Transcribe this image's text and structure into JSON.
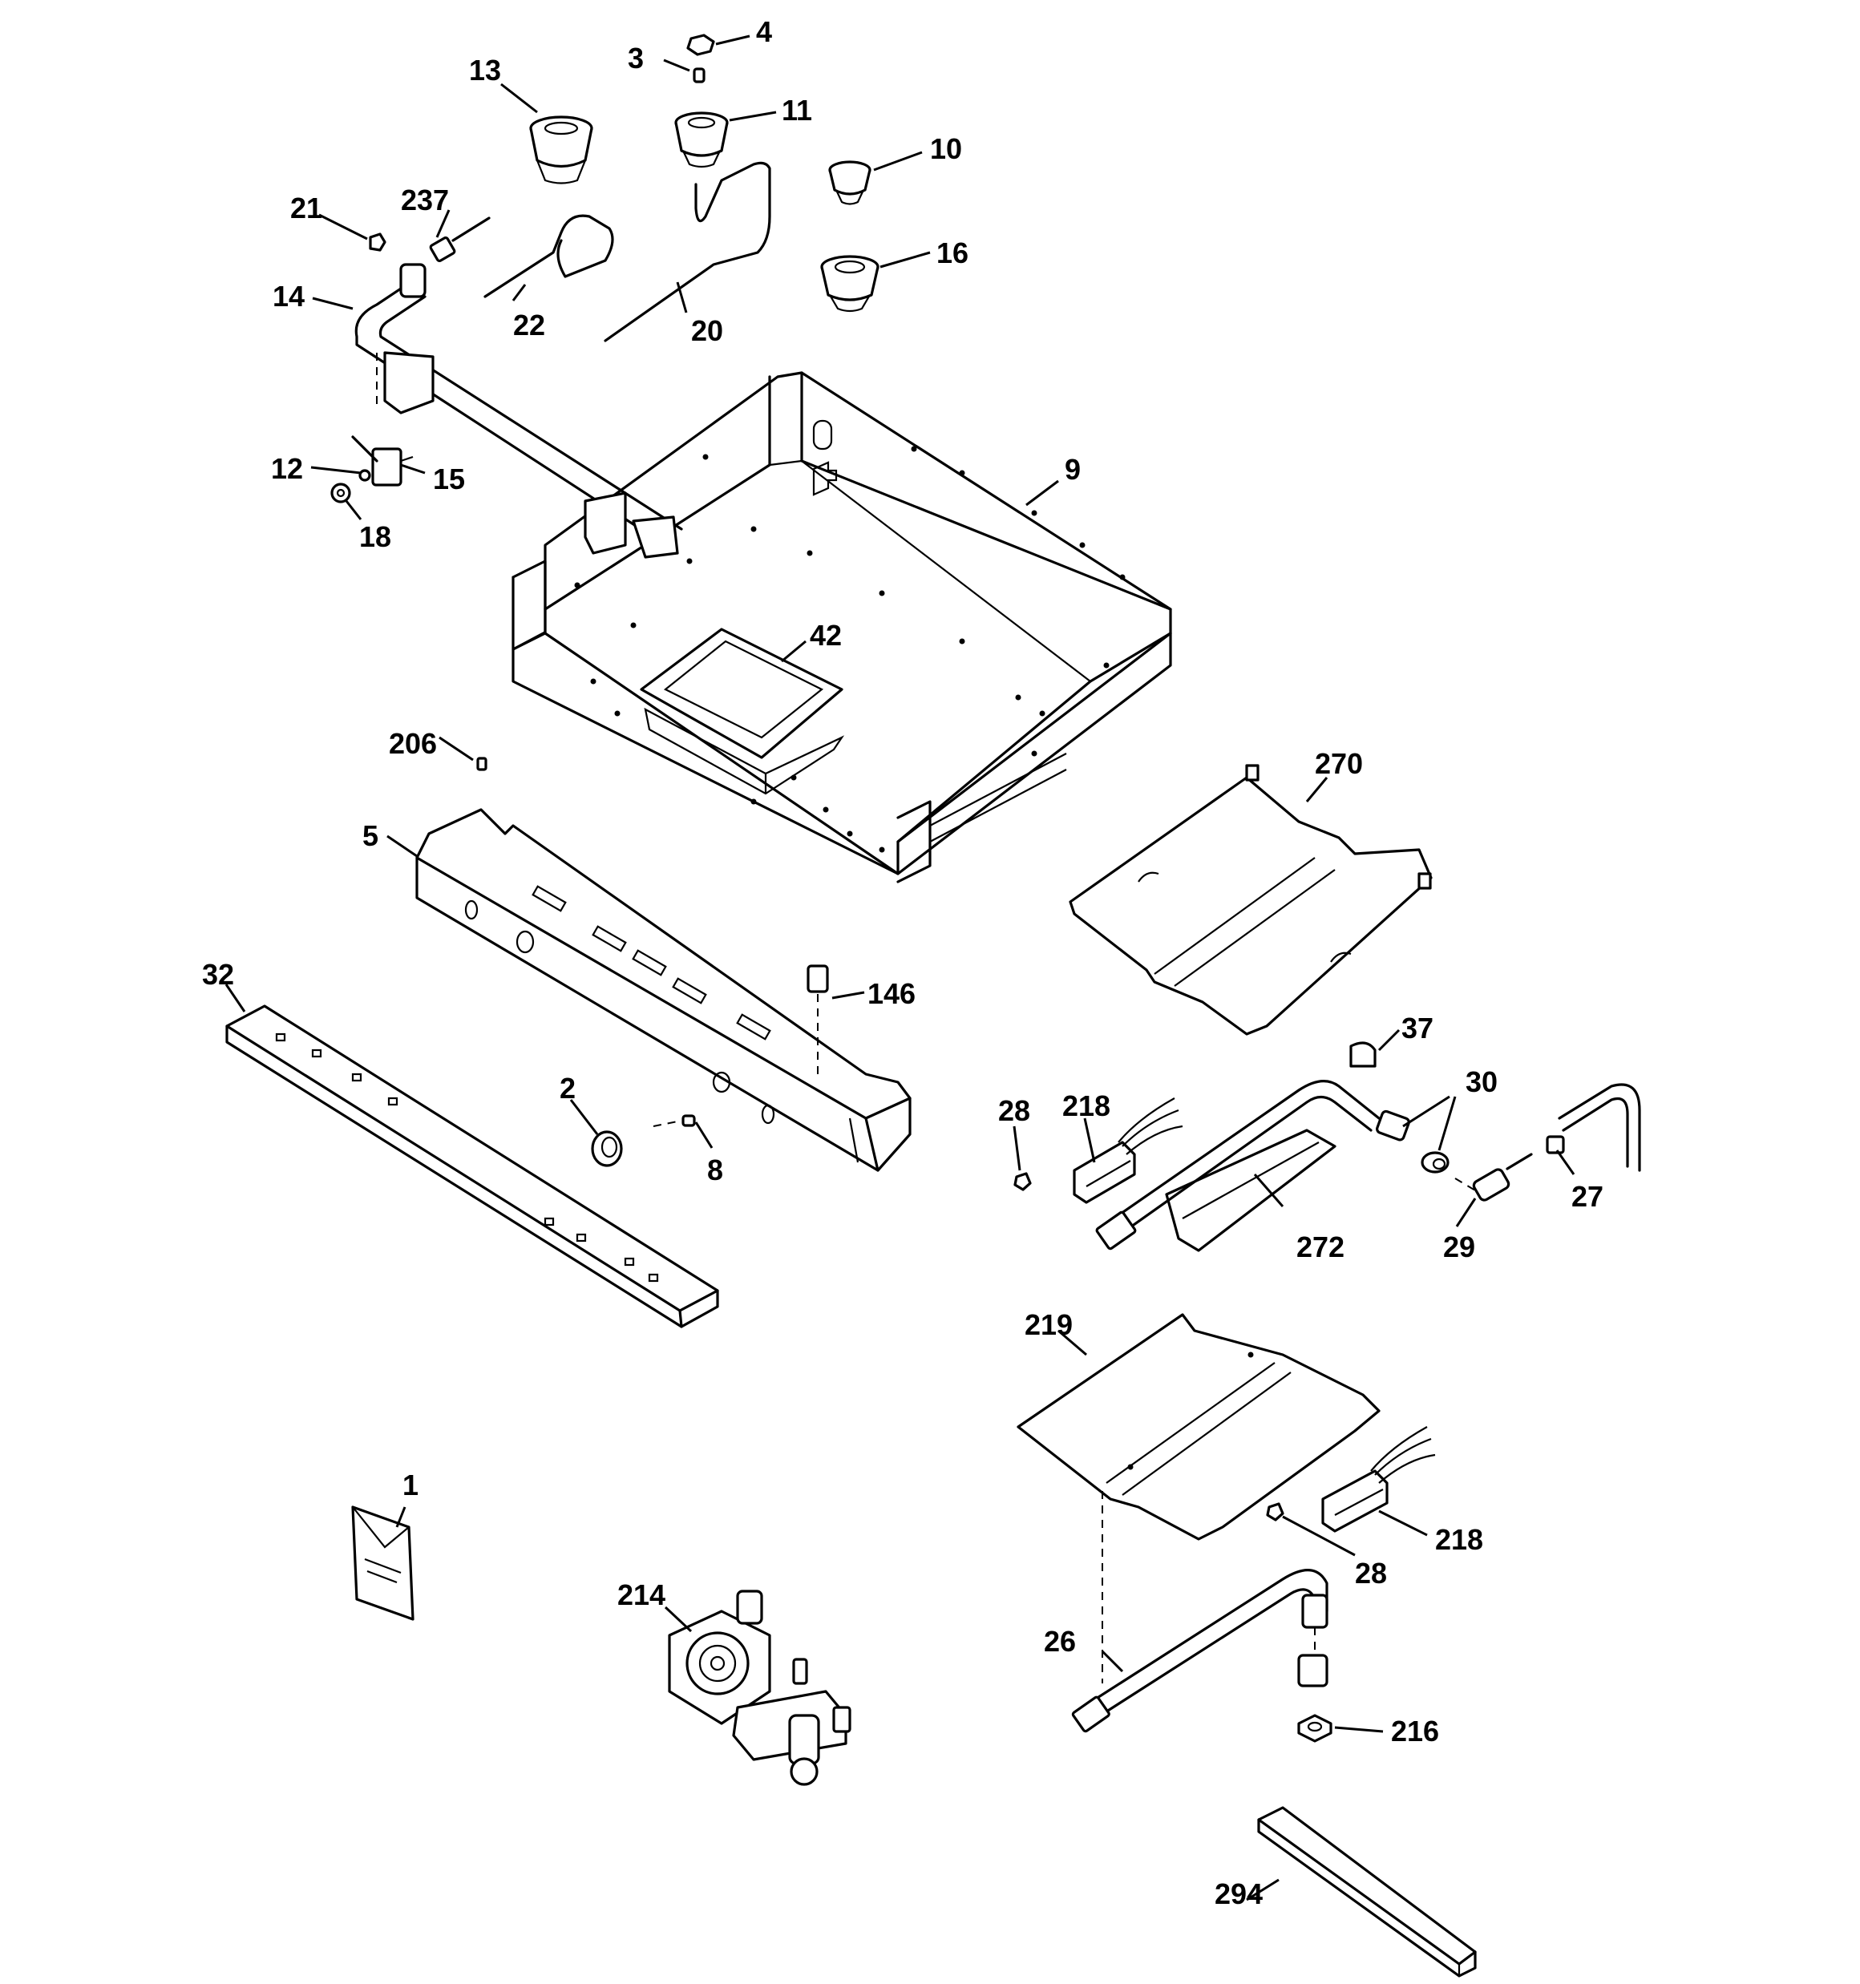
{
  "labels": {
    "l1": "1",
    "l2": "2",
    "l3": "3",
    "l4": "4",
    "l5": "5",
    "l8": "8",
    "l9": "9",
    "l10": "10",
    "l11": "11",
    "l12": "12",
    "l13": "13",
    "l14": "14",
    "l15": "15",
    "l16": "16",
    "l18": "18",
    "l20": "20",
    "l21": "21",
    "l22": "22",
    "l26": "26",
    "l27": "27",
    "l28a": "28",
    "l28b": "28",
    "l29": "29",
    "l30": "30",
    "l32": "32",
    "l37": "37",
    "l42": "42",
    "l146": "146",
    "l206": "206",
    "l214": "214",
    "l216": "216",
    "l218a": "218",
    "l218b": "218",
    "l219": "219",
    "l237": "237",
    "l270": "270",
    "l272": "272",
    "l294": "294"
  }
}
